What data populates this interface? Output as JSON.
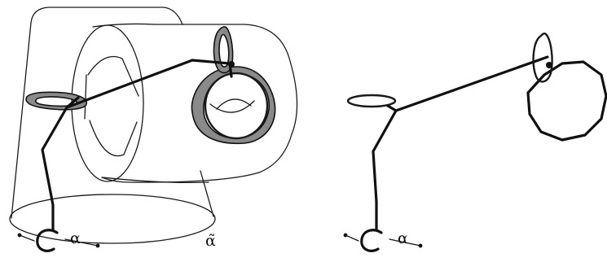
{
  "labels": {
    "alpha_left": "α",
    "alpha_tilde": "α̃",
    "alpha_right": "α"
  }
}
